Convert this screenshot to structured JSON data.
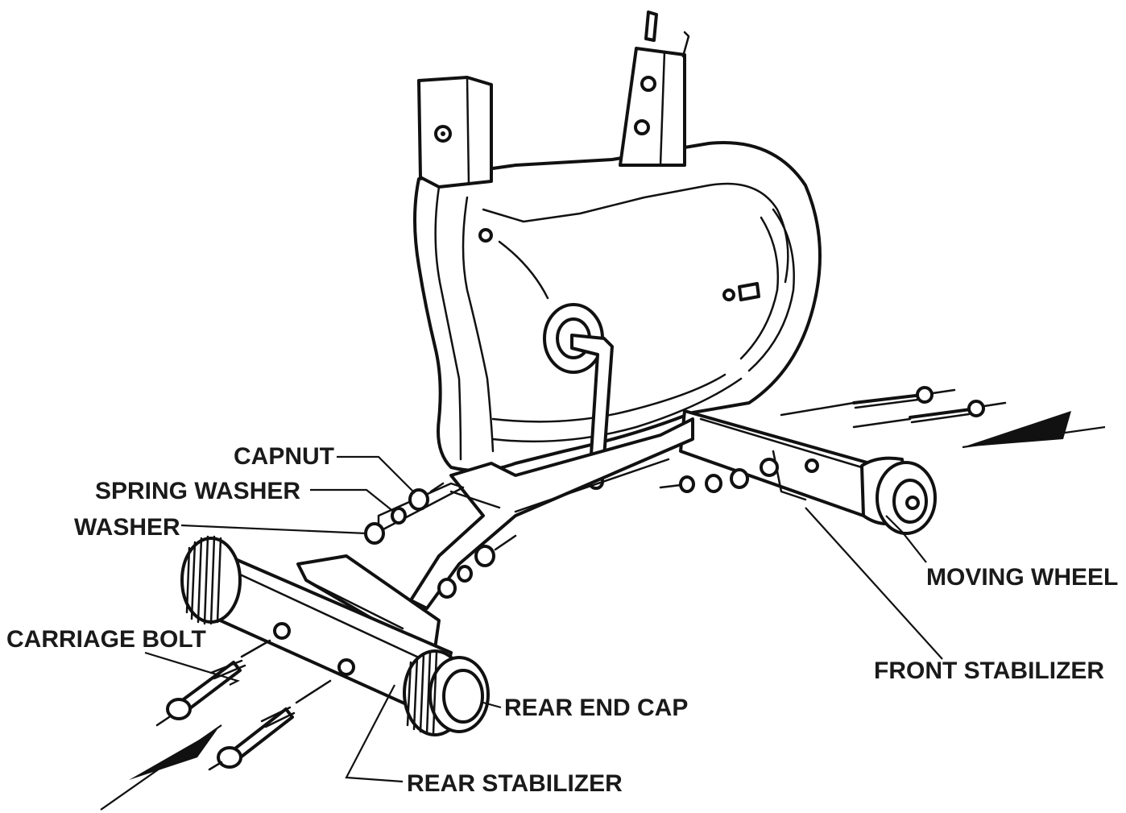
{
  "labels": {
    "capnut": "CAPNUT",
    "spring_washer": "SPRING WASHER",
    "washer": "WASHER",
    "carriage_bolt": "CARRIAGE BOLT",
    "moving_wheel": "MOVING WHEEL",
    "front_stabilizer": "FRONT STABILIZER",
    "rear_end_cap": "REAR END CAP",
    "rear_stabilizer": "REAR STABILIZER"
  },
  "colors": {
    "ink": "#111111",
    "background": "#ffffff"
  }
}
